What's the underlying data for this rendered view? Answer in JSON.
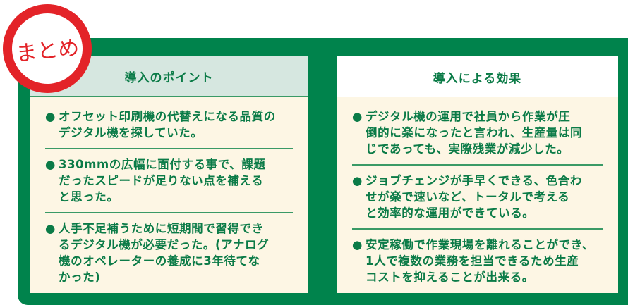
{
  "stamp": "まとめ",
  "left": {
    "title": "導入のポイント",
    "items": [
      "オフセット印刷機の代替えになる品質の\nデジタル機を探していた。",
      "330mmの広幅に面付する事で、課題\nだったスピードが足りない点を補える\nと思った。",
      "人手不足補うために短期間で習得でき\nるデジタル機が必要だった。(アナログ\n機のオペレーターの養成に3年待てな\nかった)"
    ]
  },
  "right": {
    "title": "導入による効果",
    "items": [
      "デジタル機の運用で社員から作業が圧\n倒的に楽になったと言われ、生産量は同\nじであっても、実際残業が減少した。",
      "ジョブチェンジが手早くできる、色合わ\nせが楽で速いなど、トータルで考える\nと効率的な運用ができている。",
      "安定稼働で作業現場を離れることができ、\n1人で複数の業務を担当できるため生産\nコストを抑えることが出来る。"
    ]
  },
  "bullet": "●"
}
